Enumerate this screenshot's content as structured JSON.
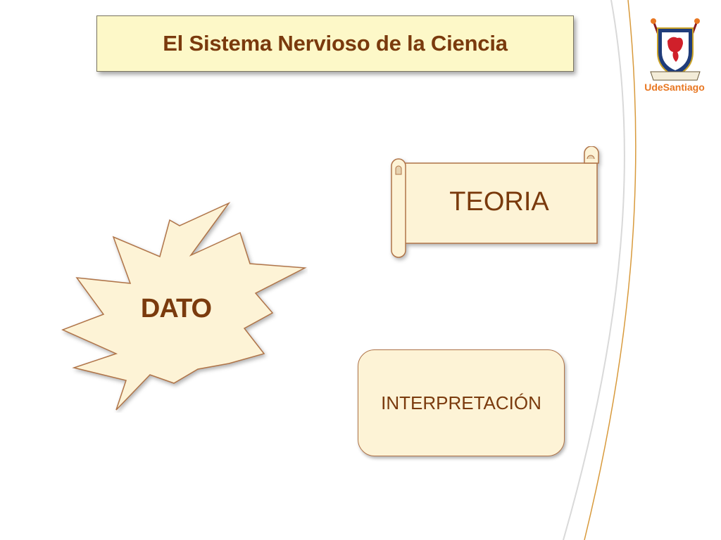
{
  "slide": {
    "title": "El Sistema Nervioso de la Ciencia"
  },
  "shapes": {
    "dato": "DATO",
    "teoria": "TEORIA",
    "interpretacion": "INTERPRETACIÓN"
  },
  "logo": {
    "name": "UdeSantiago",
    "emblem_icon": "university-crest-icon"
  },
  "colors": {
    "text_brown": "#7a3a0d",
    "title_fill": "#fdf8c8",
    "shape_fill": "#fdf3d6",
    "shape_border": "#b07448",
    "logo_orange": "#e87722"
  }
}
